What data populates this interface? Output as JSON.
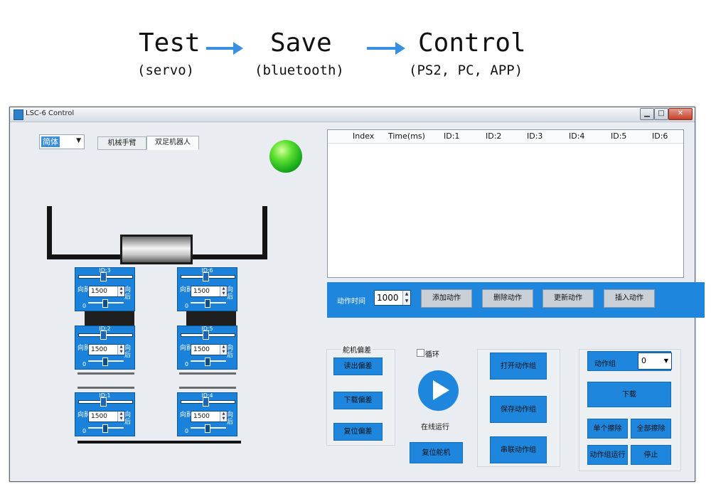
{
  "flow": {
    "steps": [
      {
        "title": "Test",
        "subtitle": "(servo)"
      },
      {
        "title": "Save",
        "subtitle": "(bluetooth)"
      },
      {
        "title": "Control",
        "subtitle": "(PS2, PC, APP)"
      }
    ],
    "arrow_color": "#3b8fe0"
  },
  "window": {
    "title": "LSC-6 Control",
    "buttons": {
      "minimize": "▁",
      "maximize": "□",
      "close": "✕"
    }
  },
  "left": {
    "language_select": "简体",
    "tabs": [
      "机械手臂",
      "双足机器人"
    ],
    "active_tab": 1,
    "status_led_color": "#2cc52a",
    "servos": [
      {
        "id": "ID:3",
        "value": "1500",
        "left_text": "向前",
        "right_text": "向后",
        "min": "0"
      },
      {
        "id": "ID:6",
        "value": "1500",
        "left_text": "向前",
        "right_text": "向后",
        "min": "0"
      },
      {
        "id": "ID:2",
        "value": "1500",
        "left_text": "向前",
        "right_text": "向后",
        "min": "0"
      },
      {
        "id": "ID:5",
        "value": "1500",
        "left_text": "向前",
        "right_text": "向后",
        "min": "0"
      },
      {
        "id": "ID:1",
        "value": "1500",
        "left_text": "向前",
        "right_text": "向后",
        "min": "0"
      },
      {
        "id": "ID:4",
        "value": "1500",
        "left_text": "向前",
        "right_text": "向后",
        "min": "0"
      }
    ]
  },
  "table": {
    "columns": [
      "Index",
      "Time(ms)",
      "ID:1",
      "ID:2",
      "ID:3",
      "ID:4",
      "ID:5",
      "ID:6"
    ],
    "rows": []
  },
  "action_bar": {
    "duration_label": "动作时间",
    "duration_value": "1000",
    "buttons": [
      "添加动作",
      "删除动作",
      "更新动作",
      "插入动作"
    ]
  },
  "offsets": {
    "title": "舵机偏差",
    "buttons": [
      "读出偏差",
      "下载偏差",
      "复位偏差"
    ]
  },
  "online": {
    "loop_label": "循环",
    "run_label": "在线运行",
    "reset_button": "复位舵机"
  },
  "files": {
    "buttons": [
      "打开动作组",
      "保存动作组",
      "串联动作组"
    ]
  },
  "group_panel": {
    "label": "动作组",
    "value": "0",
    "download": "下载",
    "erase_one": "单个擦除",
    "erase_all": "全部擦除",
    "run": "动作组运行",
    "stop": "停止"
  },
  "colors": {
    "accent_blue": "#1f86de"
  }
}
